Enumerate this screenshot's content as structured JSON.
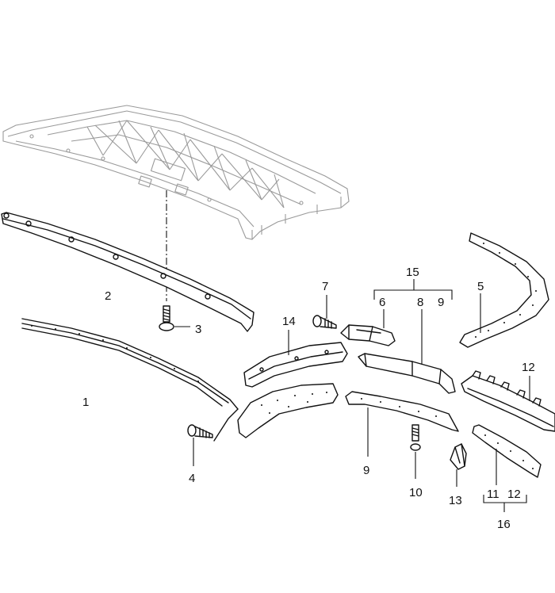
{
  "labels": {
    "p1": "1",
    "p2": "2",
    "p3": "3",
    "p4": "4",
    "p5": "5",
    "p6": "6",
    "p7": "7",
    "p8": "8",
    "p9a": "9",
    "p9b": "9",
    "p10": "10",
    "p11": "11",
    "p12a": "12",
    "p12b": "12",
    "p13": "13",
    "p14": "14",
    "p15": "15",
    "p16": "16"
  }
}
